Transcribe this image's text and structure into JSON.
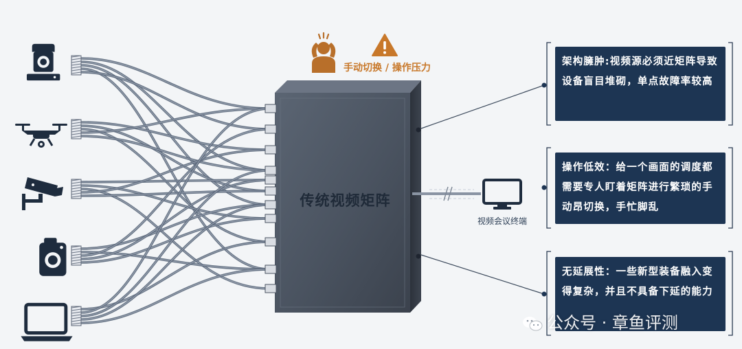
{
  "diagram": {
    "matrix_label": "传统视频矩阵",
    "stress_label": "手动切换 / 操作压力",
    "terminal_label": "视频会议终端",
    "devices": [
      {
        "icon": "ptz-camera-icon"
      },
      {
        "icon": "drone-icon"
      },
      {
        "icon": "cctv-camera-icon"
      },
      {
        "icon": "body-camera-icon"
      },
      {
        "icon": "laptop-icon"
      }
    ],
    "stress_icons": [
      "stressed-person-icon",
      "warning-triangle-icon"
    ],
    "cards": [
      {
        "text": "架构臃肿:视频源必须近矩阵导致设备盲目堆砌，单点故障率较高"
      },
      {
        "text": "操作低效：给一个画面的调度都需要专人盯着矩阵进行繁琐的手动昂切换，手忙脚乱"
      },
      {
        "text": "无延展性：一些新型装备融入变得复杂，并且不具备下延的能力"
      }
    ],
    "watermark": "公众号 · 章鱼评测"
  },
  "colors": {
    "card_bg": "#1d3553",
    "cable": "#5d6a7d",
    "matrix_front": "#4f5866",
    "accent": "#c8782a"
  }
}
